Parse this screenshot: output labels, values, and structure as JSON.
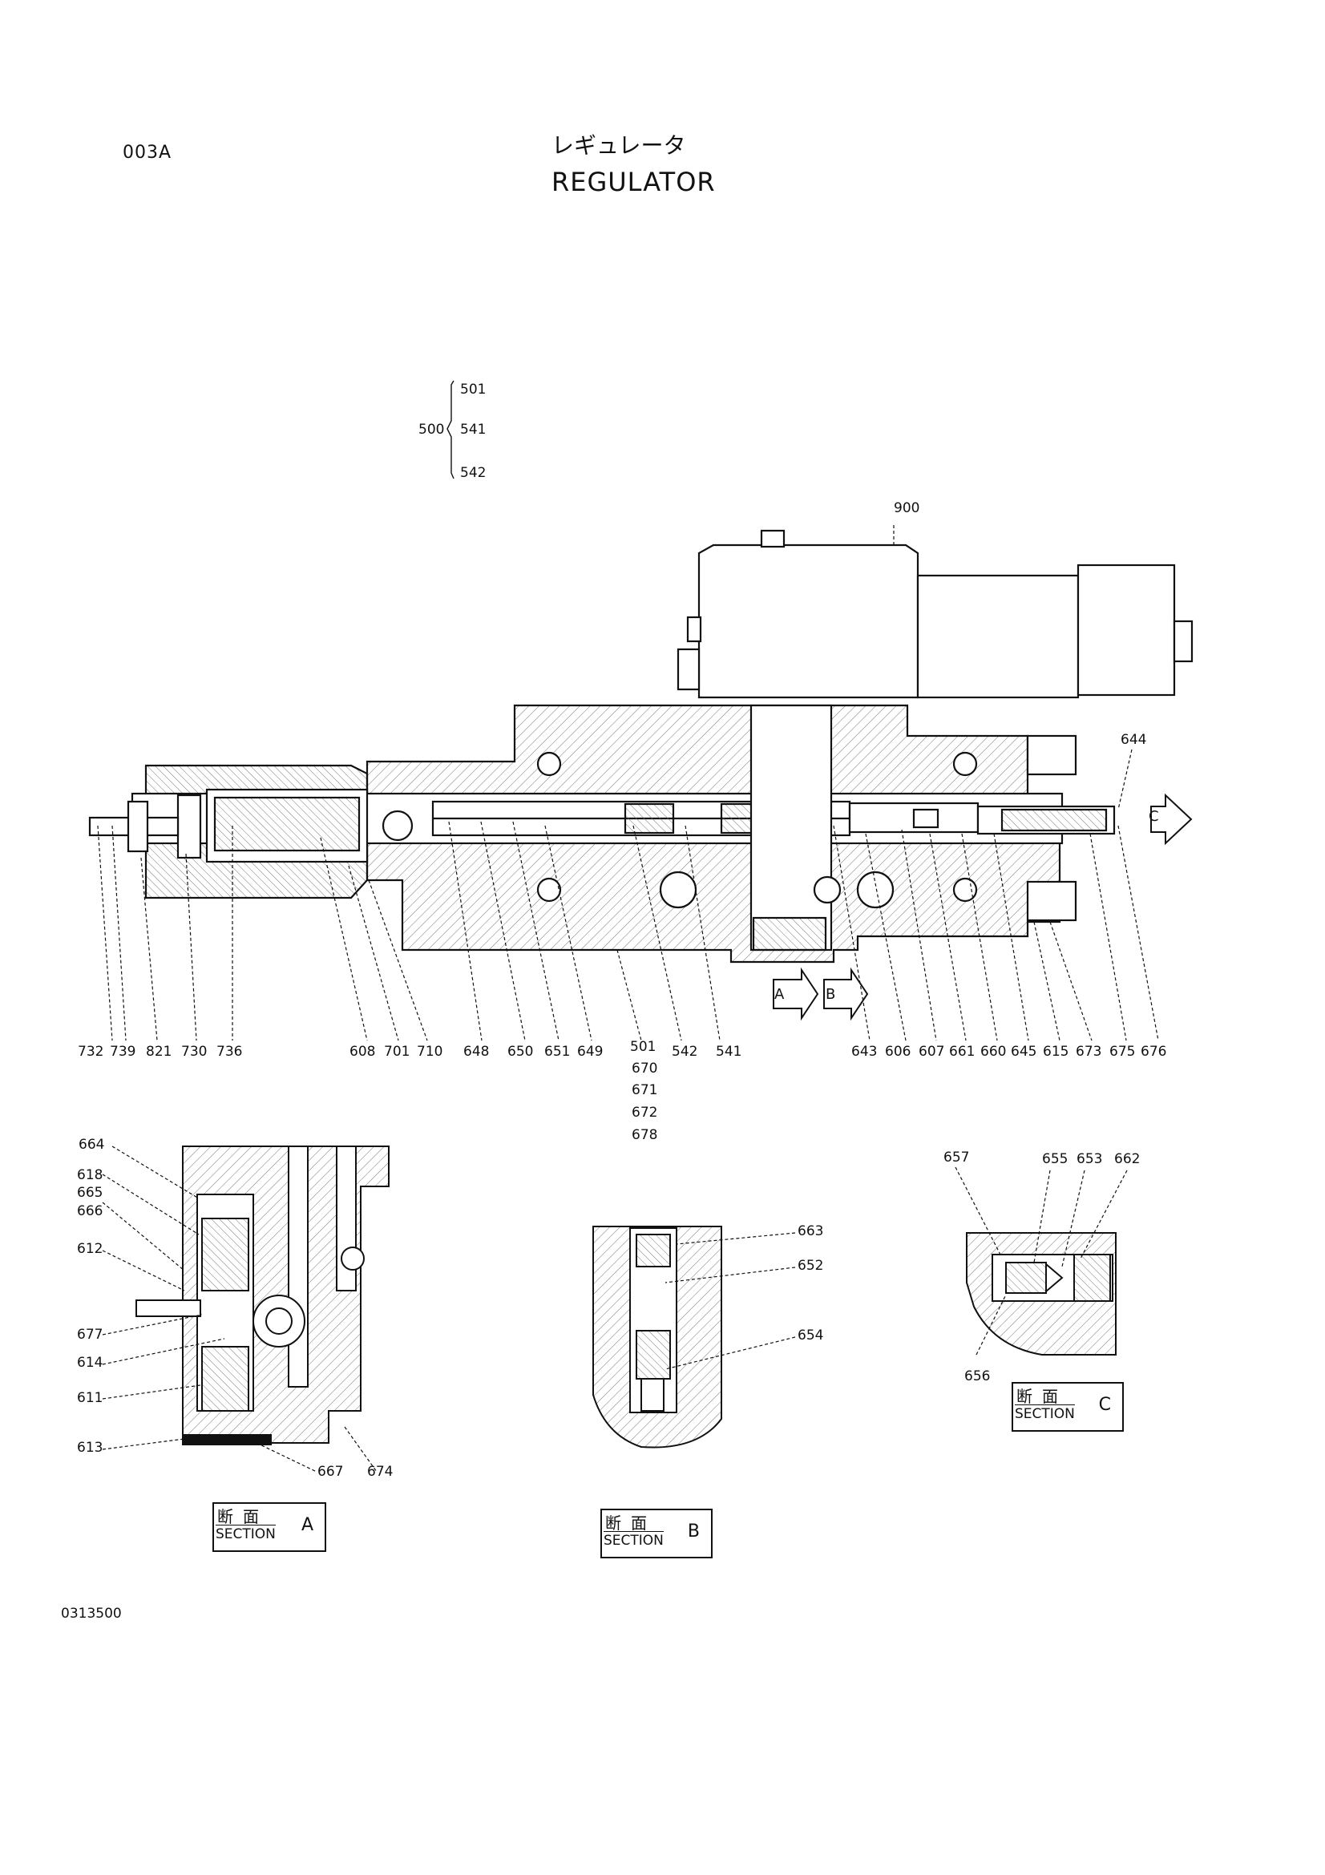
{
  "header": {
    "page_code": "003A",
    "title_jp": "レギュレータ",
    "title_en": "REGULATOR"
  },
  "footer": {
    "drawing_number": "0313500"
  },
  "assembly": {
    "parent": "500",
    "children": [
      "501",
      "541",
      "542"
    ]
  },
  "main_view": {
    "top_callout": "900",
    "right_callout": "644",
    "bottom_row": [
      "732",
      "739",
      "821",
      "730",
      "736",
      "608",
      "701",
      "710",
      "648",
      "650",
      "651",
      "649",
      "501",
      "542",
      "541",
      "643",
      "606",
      "607",
      "661",
      "660",
      "645",
      "615",
      "673",
      "675",
      "676"
    ],
    "stack_501": [
      "670",
      "671",
      "672",
      "678"
    ],
    "arrows": [
      "A",
      "B",
      "C"
    ]
  },
  "section_a": {
    "callouts": [
      "664",
      "618",
      "665",
      "666",
      "612",
      "677",
      "614",
      "611",
      "613",
      "667",
      "674"
    ],
    "caption_jp": "断面",
    "caption_en": "SECTION",
    "letter": "A"
  },
  "section_b": {
    "callouts": [
      "663",
      "652",
      "654"
    ],
    "caption_jp": "断面",
    "caption_en": "SECTION",
    "letter": "B"
  },
  "section_c": {
    "callouts": [
      "657",
      "655",
      "653",
      "662",
      "656"
    ],
    "caption_jp": "断面",
    "caption_en": "SECTION",
    "letter": "C"
  }
}
